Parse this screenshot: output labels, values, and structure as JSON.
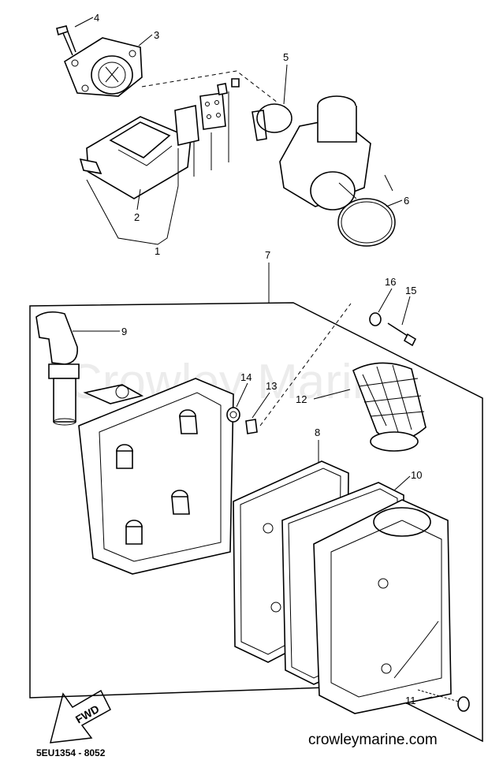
{
  "callouts": {
    "p1": "1",
    "p2": "2",
    "p3": "3",
    "p4": "4",
    "p5": "5",
    "p6": "6",
    "p7": "7",
    "p8": "8",
    "p9": "9",
    "p10": "10",
    "p11": "11",
    "p12": "12",
    "p13": "13",
    "p14": "14",
    "p15": "15",
    "p16": "16"
  },
  "arrow_label": "FWD",
  "footer": {
    "code": "5EU1354 - 8052",
    "website": "crowleymarine.com"
  },
  "watermark": "Crowley Marine"
}
